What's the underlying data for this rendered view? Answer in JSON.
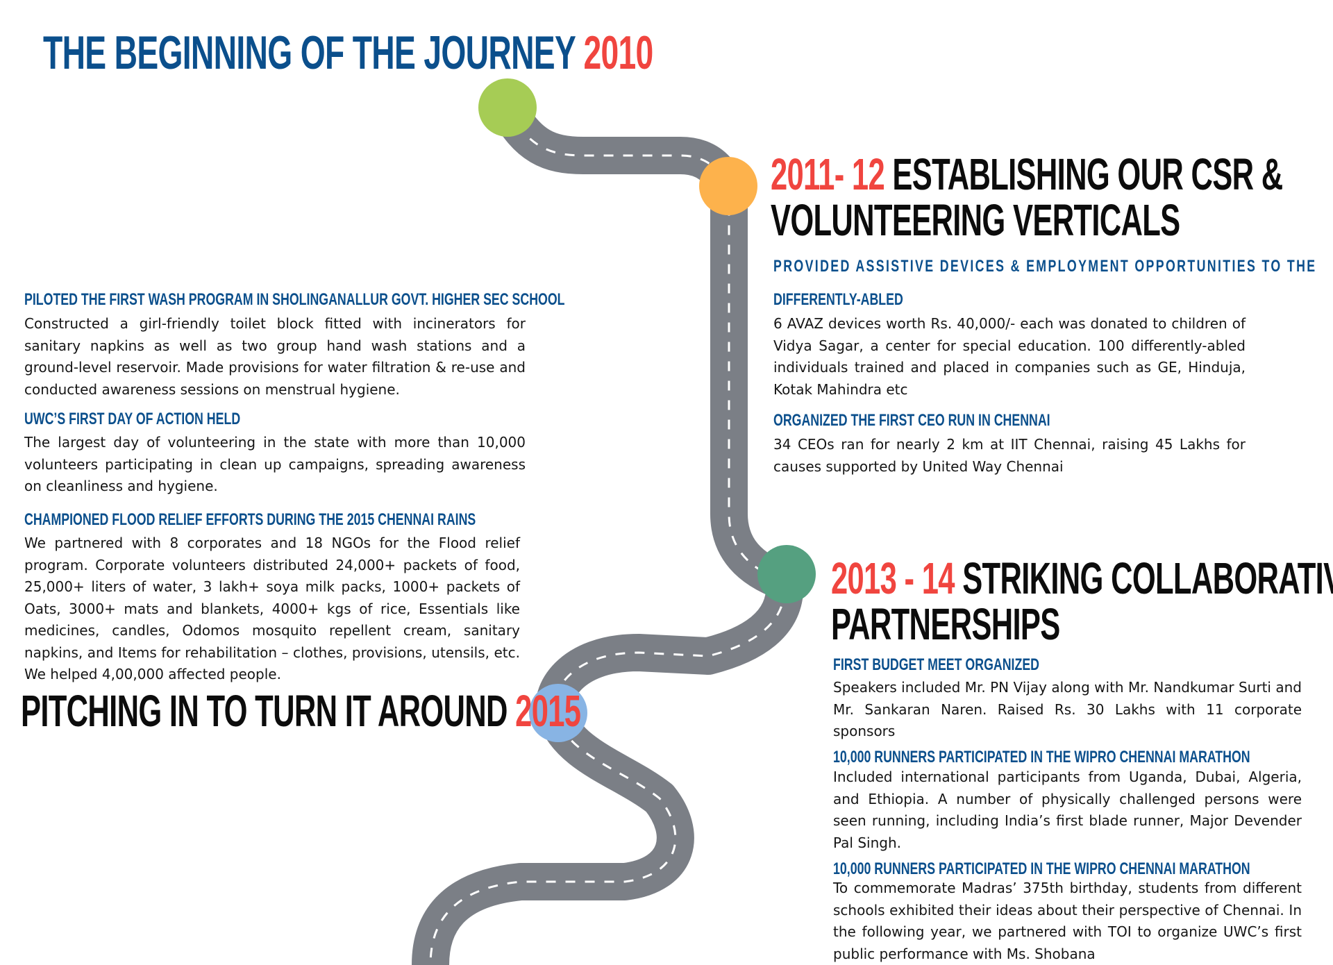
{
  "titles": {
    "beginning": {
      "text": "THE BEGINNING OF THE JOURNEY",
      "year": "2010"
    },
    "csr": {
      "year": "2011- 12",
      "line1": "ESTABLISHING OUR CSR &",
      "line2": "VOLUNTEERING VERTICALS"
    },
    "collab": {
      "year": "2013 - 14",
      "line1": "STRIKING COLLABORATIVE",
      "line2": "PARTNERSHIPS"
    },
    "pitching": {
      "text": "PITCHING IN TO TURN IT AROUND",
      "year": "2015"
    }
  },
  "left": {
    "wash": {
      "heading": "PILOTED THE FIRST WASH PROGRAM IN SHOLINGANALLUR GOVT. HIGHER SEC SCHOOL",
      "body": "Constructed a girl-friendly toilet block fitted with incinerators for sanitary napkins as well as two group hand wash stations and a ground-level reservoir. Made provisions for water filtration & re-use and conducted awareness sessions on menstrual hygiene."
    },
    "day_of_action": {
      "heading": "UWC’S FIRST DAY OF ACTION HELD",
      "body": "The largest day of volunteering in the state with more than 10,000 volunteers participating in clean up campaigns, spreading awareness on cleanliness and hygiene."
    },
    "flood": {
      "heading": "CHAMPIONED FLOOD RELIEF EFFORTS DURING THE 2015 CHENNAI RAINS",
      "body": "We partnered with 8 corporates and 18 NGOs for the Flood relief program. Corporate volunteers distributed 24,000+ packets of food, 25,000+ liters of water, 3 lakh+ soya milk packs, 1000+ packets of Oats, 3000+ mats and blankets, 4000+ kgs of rice, Essentials like medicines, candles, Odomos mosquito repellent cream, sanitary napkins, and Items for rehabilitation – clothes, provisions, utensils, etc. We helped 4,00,000 affected people."
    }
  },
  "right_top": {
    "assistive": {
      "heading_line1": "PROVIDED ASSISTIVE DEVICES & EMPLOYMENT OPPORTUNITIES TO THE",
      "heading_line2": "DIFFERENTLY-ABLED",
      "body": "6 AVAZ devices worth Rs. 40,000/- each was donated to children of Vidya Sagar, a center for special education. 100 differently-abled individuals trained and placed in companies such as GE, Hinduja, Kotak Mahindra etc"
    },
    "ceo_run": {
      "heading": "ORGANIZED THE FIRST CEO RUN IN CHENNAI",
      "body": "34 CEOs ran for nearly 2 km at IIT Chennai, raising 45 Lakhs for causes supported by United Way Chennai"
    }
  },
  "right_bottom": {
    "budget": {
      "heading": "FIRST BUDGET MEET ORGANIZED",
      "body": "Speakers included Mr. PN Vijay along with Mr. Nandkumar Surti and Mr. Sankaran Naren. Raised Rs. 30 Lakhs with 11 corporate sponsors"
    },
    "marathon1": {
      "heading": "10,000 RUNNERS PARTICIPATED IN THE WIPRO CHENNAI MARATHON",
      "body": "Included international participants from Uganda, Dubai, Algeria, and Ethiopia. A number of physically challenged persons were seen running, including India’s first blade runner, Major Devender Pal Singh."
    },
    "marathon2": {
      "heading": "10,000 RUNNERS PARTICIPATED IN THE WIPRO CHENNAI MARATHON",
      "body": "To commemorate Madras’ 375th birthday, students from different schools exhibited their ideas about their perspective of Chennai. In the following year, we partnered with TOI to organize UWC’s first public performance with Ms. Shobana"
    }
  },
  "colors": {
    "road": "#7b7f86",
    "dash": "#ffffff",
    "milestone_2010": "#a6cc55",
    "milestone_2011": "#fdb24c",
    "milestone_2013": "#55a080",
    "milestone_2015": "#88b4e4",
    "year": "#f0453f",
    "heading": "#0b4f8c"
  }
}
